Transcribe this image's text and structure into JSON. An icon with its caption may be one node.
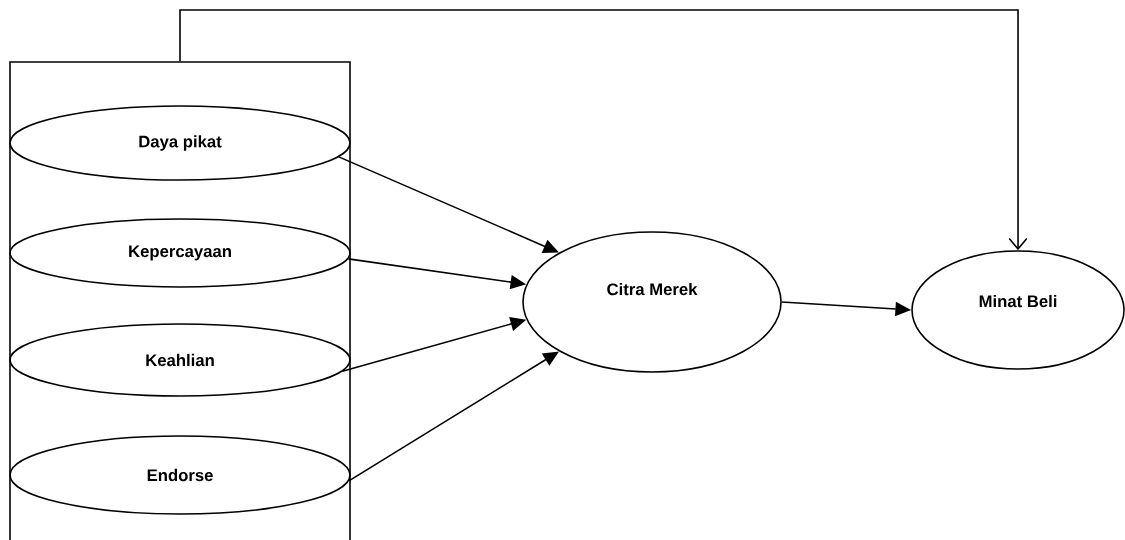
{
  "diagram": {
    "nodes": [
      {
        "text": [],
        "shape": "box"
      },
      {
        "text": [
          "Daya pikat"
        ],
        "in": 0
      },
      {
        "text": [
          "Kepercayaan"
        ],
        "in": 0
      },
      {
        "text": [
          "Keahlian"
        ],
        "in": 0
      },
      {
        "text": [
          "Endorse"
        ],
        "in": 0
      },
      {
        "text": [
          "Citra Merek"
        ]
      },
      {
        "text": [
          "Minat Beli"
        ]
      }
    ],
    "edges": [
      {
        "from": 1,
        "to": 5,
        "arrow": "to"
      },
      {
        "from": 2,
        "to": 5,
        "arrow": "to"
      },
      {
        "from": 3,
        "to": 5,
        "arrow": "to"
      },
      {
        "from": 4,
        "to": 5,
        "arrow": "to"
      },
      {
        "from": 5,
        "to": 6,
        "arrow": "to"
      },
      {
        "from": 0,
        "to": 6,
        "arrow": "to"
      }
    ]
  }
}
